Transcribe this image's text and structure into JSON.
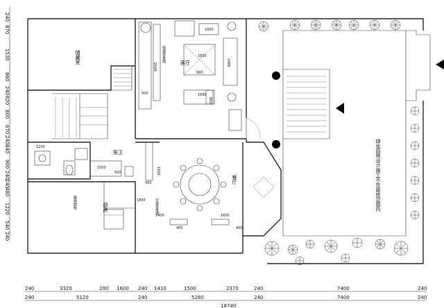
{
  "rooms": {
    "storage": "储藏室",
    "living": "客厅",
    "dining": "餐厅",
    "guest_bath": "客卫",
    "kitchen": "厨房"
  },
  "notes": {
    "landscape": "绿化园林设计施工不在装修范围内",
    "tv_wall": "电视背景墙",
    "sofa_wall": "沙发背景墙",
    "kitchen_cabinet": "整体厨柜"
  },
  "furniture_dims": {
    "coffee_table_top": "1000",
    "table_w": "1650",
    "table_h": "990",
    "tv_cabinet": "2400",
    "sofa_left": "2600",
    "bottom_table": "1680",
    "side_table": "500",
    "bottom_side": "800",
    "bath_vanity": "1200",
    "bath_tub": "1000",
    "bath_small": "500",
    "dining_side": "1600",
    "dining_wall": "420",
    "dining_bottom_left": "1400",
    "dining_bottom_right": "1600",
    "dining_small_left": "400",
    "dining_small_right": "400",
    "kitchen_side": "1800"
  },
  "left_dims": [
    "240",
    "870",
    "1530",
    "860",
    "240",
    "620",
    "800",
    "670",
    "240",
    "840",
    "900",
    "240",
    "240",
    "480",
    "1220",
    "540",
    "240"
  ],
  "bottom_dims_row1": [
    "240",
    "3320",
    "200",
    "1600",
    "240",
    "1410",
    "1500",
    "2370",
    "240",
    "7400",
    "240"
  ],
  "bottom_dims_row2": [
    "240",
    "5120",
    "240",
    "5280",
    "240",
    "7400",
    "240"
  ],
  "bottom_total": "18740"
}
